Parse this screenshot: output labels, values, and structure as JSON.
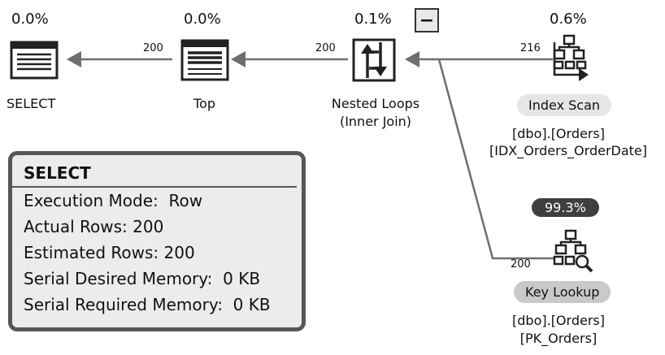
{
  "operators": {
    "select": {
      "cost": "0.0%",
      "name": "SELECT"
    },
    "top": {
      "cost": "0.0%",
      "name": "Top"
    },
    "nested_loops": {
      "cost": "0.1%",
      "name": "Nested Loops",
      "subname": "(Inner Join)"
    },
    "index_scan": {
      "cost": "0.6%",
      "name": "Index Scan",
      "object": "[dbo].[Orders]",
      "index": "[IDX_Orders_OrderDate]"
    },
    "key_lookup": {
      "cost": "99.3%",
      "name": "Key Lookup",
      "object": "[dbo].[Orders]",
      "index": "[PK_Orders]"
    }
  },
  "arrows": {
    "top_to_select": "200",
    "nested_to_top": "200",
    "scan_to_nested": "216",
    "lookup_to_nested": "200"
  },
  "collapse_button": "−",
  "properties": {
    "title": "SELECT",
    "rows": [
      {
        "label": "Execution Mode:",
        "value": "Row"
      },
      {
        "label": "Actual Rows:",
        "value": "200"
      },
      {
        "label": "Estimated Rows:",
        "value": "200"
      },
      {
        "label": "Serial Desired Memory:",
        "value": "0 KB"
      },
      {
        "label": "Serial Required Memory:",
        "value": "0 KB"
      }
    ]
  },
  "colors": {
    "arrow": "#6e6e6e",
    "icon_dark": "#222222",
    "pill_dark": "#3f3f3f",
    "pill_light": "#e6e6e6",
    "pill_mid": "#c9c9c9"
  }
}
